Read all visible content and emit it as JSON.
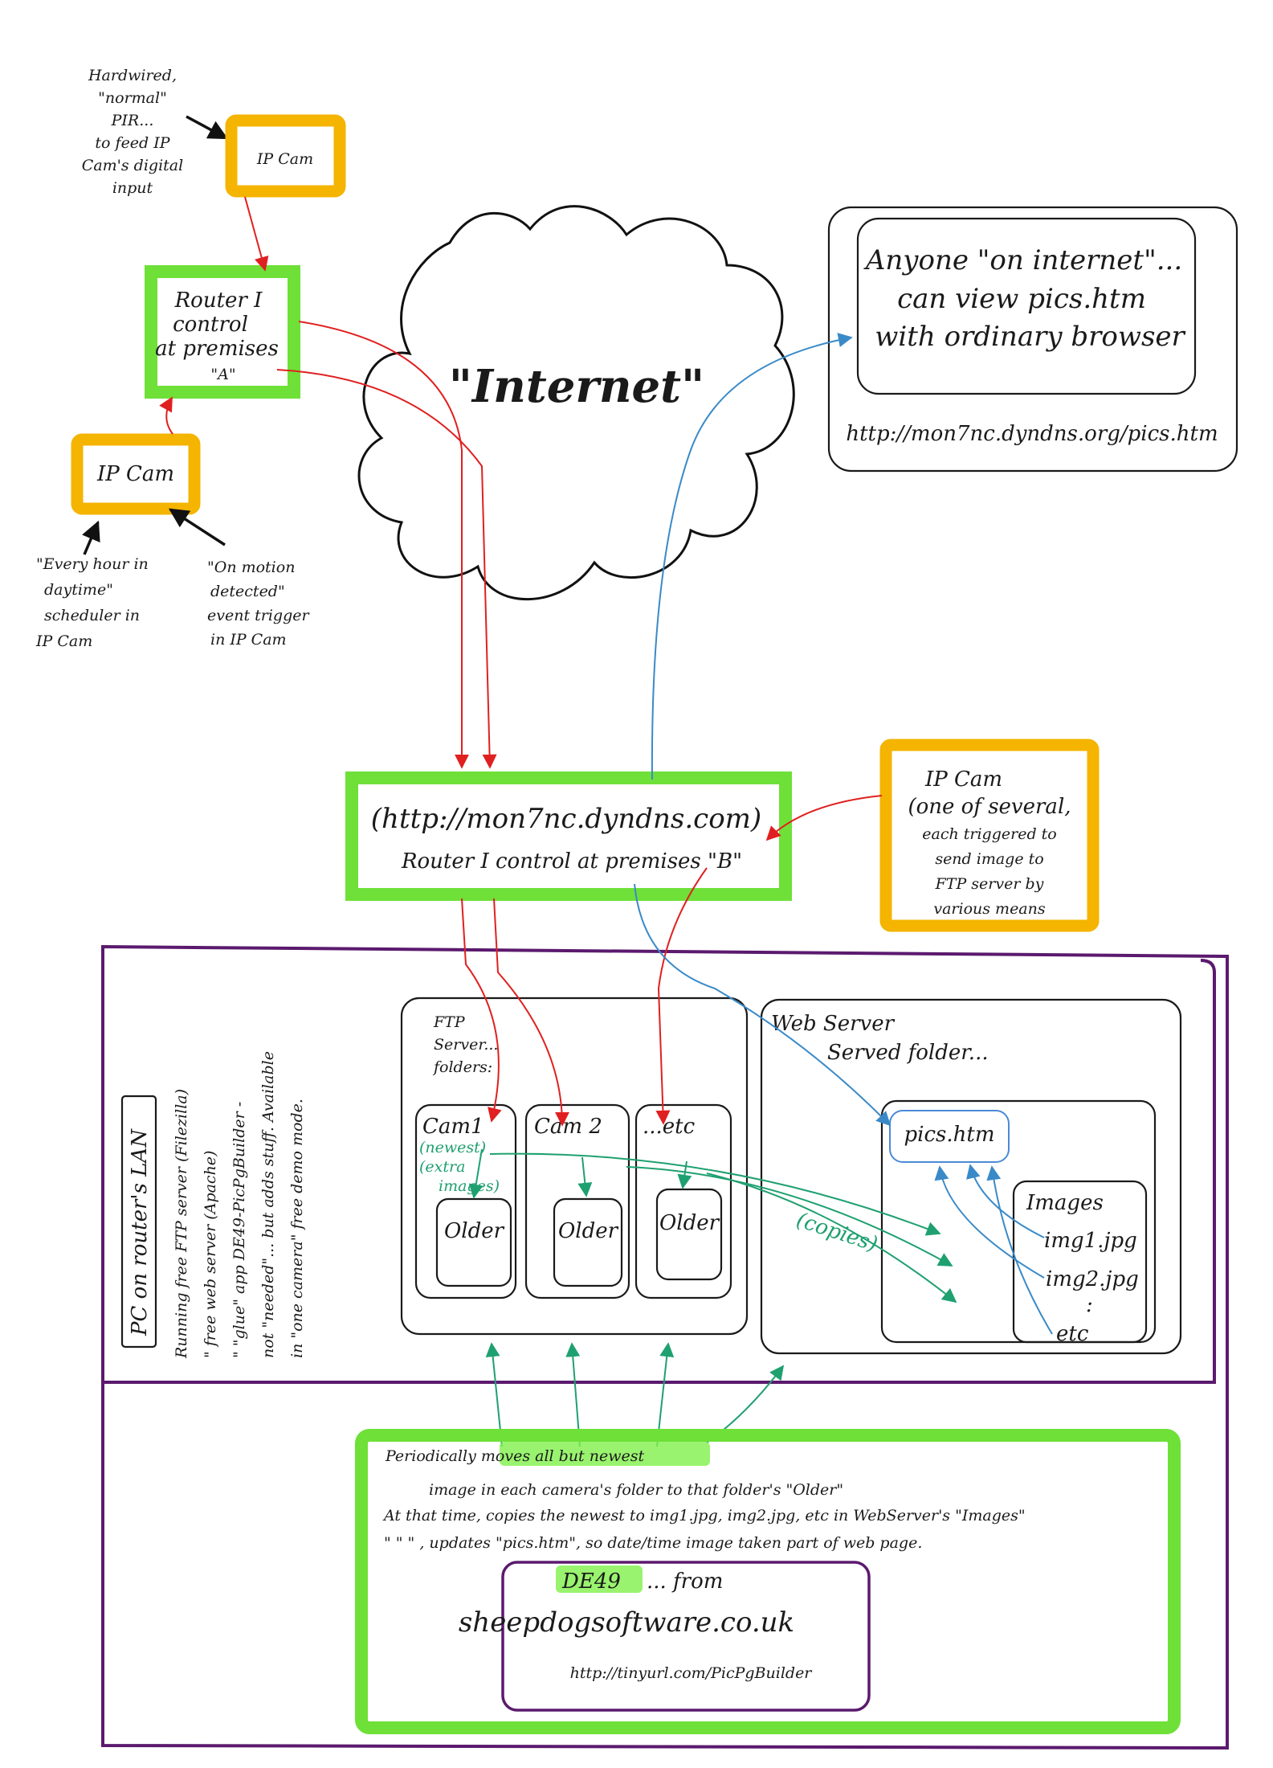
{
  "colors": {
    "ip_cam_frame": "#f4b400",
    "router_frame": "#6ee038",
    "pc_frame": "#5b1a6e",
    "arrow_red": "#e02020",
    "arrow_blue": "#3a8ac8",
    "arrow_green": "#1fa070",
    "ink": "#1a1a1a"
  },
  "top_note": [
    "Hardwired,",
    "\"normal\"",
    "PIR...",
    "to feed IP",
    "Cam's digital",
    "input"
  ],
  "ip_cam_top": "IP Cam",
  "router_a": [
    "Router I",
    "control",
    "at premises",
    "\"A\""
  ],
  "ip_cam_left": "IP Cam",
  "note_scheduler": [
    "\"Every hour in",
    "daytime\"",
    "scheduler in",
    "IP Cam"
  ],
  "note_motion": [
    "\"On motion",
    "detected\"",
    "event trigger",
    "in IP Cam"
  ],
  "internet_label": "\"Internet\"",
  "viewer_box": [
    "Anyone \"on internet\"...",
    "can view pics.htm",
    "with ordinary browser"
  ],
  "viewer_url": "http://mon7nc.dyndns.org/pics.htm",
  "router_b": [
    "(http://mon7nc.dyndns.com)",
    "Router I control at premises \"B\""
  ],
  "ip_cam_right": [
    "IP Cam",
    "(one of several,",
    "each triggered to",
    "send image to",
    "FTP server by",
    "various means"
  ],
  "pc_label": "PC on router's LAN",
  "pc_notes": [
    "Running free FTP server (Filezilla)",
    "\" free web server (Apache)",
    "\" \"glue\" app DE49-PicPgBuilder -",
    "not \"needed\"... but adds stuff. Available",
    "in \"one camera\" free demo mode."
  ],
  "ftp_title": [
    "FTP",
    "Server...",
    "folders:"
  ],
  "folder_cam1": "Cam1",
  "cam1_note": [
    "(newest)",
    "(extra",
    "images)"
  ],
  "folder_cam2": "Cam 2",
  "folder_etc": "...etc",
  "older_label": "Older",
  "web_title": [
    "Web Server",
    "Served folder..."
  ],
  "pics_file": "pics.htm",
  "images_title": "Images",
  "image_files": [
    "img1.jpg",
    "img2.jpg",
    ":",
    "etc"
  ],
  "copies_label": "(copies)",
  "glue_lines": [
    "Periodically moves all but newest",
    "image in each camera's folder to that folder's \"Older\"",
    "At that time, copies the newest to img1.jpg, img2.jpg, etc in WebServer's \"Images\"",
    "\" \" \" , updates \"pics.htm\", so date/time image taken part of web page."
  ],
  "de49_box": [
    "DE49",
    "... from",
    "sheepdogsoftware.co.uk",
    "http://tinyurl.com/PicPgBuilder"
  ]
}
